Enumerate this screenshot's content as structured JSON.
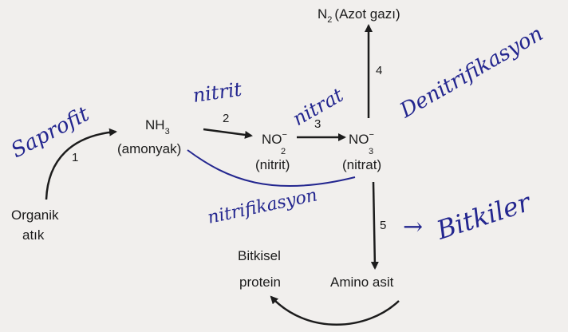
{
  "nodes": {
    "n2": {
      "formula": "N",
      "sub": "2",
      "name": "(Azot gazı)"
    },
    "nh3": {
      "formula": "NH",
      "sub": "3",
      "name": "(amonyak)"
    },
    "no2": {
      "formula": "NO",
      "sup": "−",
      "sub": "2",
      "name": "(nitrit)"
    },
    "no3": {
      "formula": "NO",
      "sup": "−",
      "sub": "3",
      "name": "(nitrat)"
    },
    "organic": {
      "line1": "Organik",
      "line2": "atık"
    },
    "amino": {
      "label": "Amino asit"
    },
    "protein": {
      "line1": "Bitkisel",
      "line2": "protein"
    }
  },
  "steps": [
    "1",
    "2",
    "3",
    "4",
    "5"
  ],
  "handwriting": {
    "saprofit": "Saprofit",
    "nitrit": "nitrit",
    "nitrat": "nitrat",
    "denitrifikasyon": "Denitrifikasyon",
    "nitrifikasyon": "nitrifikasyon",
    "bitkiler": "Bitkiler",
    "arrow": "→"
  },
  "colors": {
    "ink": "#1c1c1c",
    "pen": "#23268f",
    "paper": "#f1efed"
  }
}
